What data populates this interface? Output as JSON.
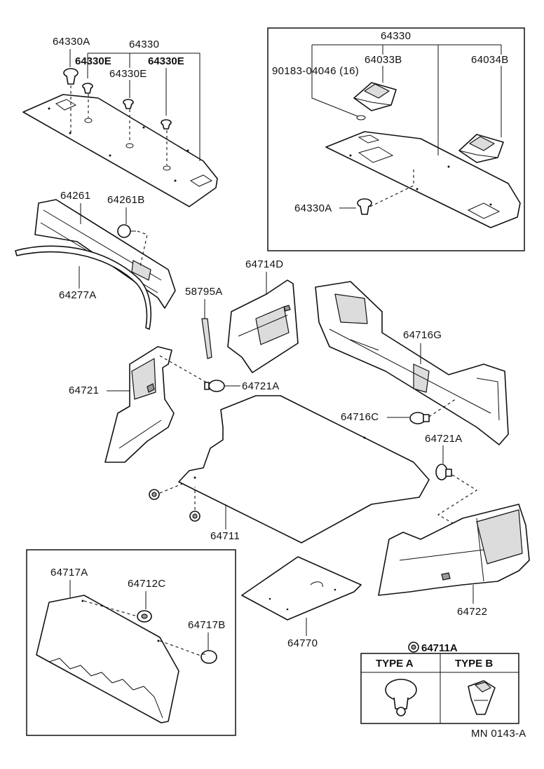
{
  "diagram": {
    "labels": {
      "p64330A_top": "64330A",
      "p64330_top": "64330",
      "p64330E_a": "64330E",
      "p64330E_b": "64330E",
      "p64330E_c": "64330E",
      "p64330_box": "64330",
      "p64033B": "64033B",
      "p64034B": "64034B",
      "p90183": "90183-04046 (16)",
      "p64330A_box": "64330A",
      "p64261": "64261",
      "p64261B": "64261B",
      "p64277A": "64277A",
      "p64714D": "64714D",
      "p58795A": "58795A",
      "p64716G": "64716G",
      "p64721": "64721",
      "p64721A_left": "64721A",
      "p64716C": "64716C",
      "p64721A_right": "64721A",
      "p64711": "64711",
      "p64717A": "64717A",
      "p64712C": "64712C",
      "p64717B": "64717B",
      "p64770": "64770",
      "p64722": "64722",
      "p64711A": "64711A"
    },
    "type_table": {
      "type_a": "TYPE A",
      "type_b": "TYPE B"
    },
    "footer_code": "MN  0143-A"
  }
}
